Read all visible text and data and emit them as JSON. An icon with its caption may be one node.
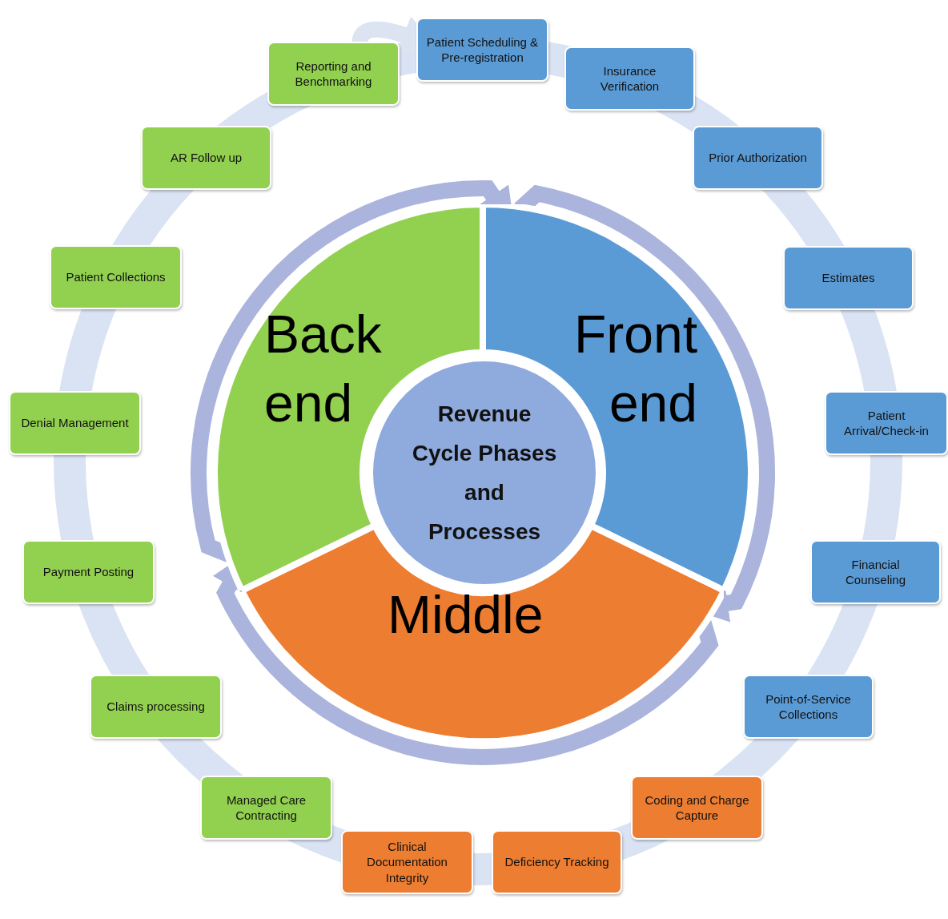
{
  "diagram": {
    "nodes": [
      {
        "text": [
          "Revenue Cycle Phases and Processes"
        ]
      },
      {
        "text": [
          "Back end"
        ]
      },
      {
        "text": [
          "Front end"
        ]
      },
      {
        "text": [
          "Middle"
        ]
      },
      {
        "text": [
          "Patient Scheduling & Pre-registration"
        ]
      },
      {
        "text": [
          "Insurance Verification"
        ]
      },
      {
        "text": [
          "Prior Authorization"
        ]
      },
      {
        "text": [
          "Estimates"
        ]
      },
      {
        "text": [
          "Patient Arrival/Check-in"
        ]
      },
      {
        "text": [
          "Financial Counseling"
        ]
      },
      {
        "text": [
          "Point-of-Service Collections"
        ]
      },
      {
        "text": [
          "Coding and Charge Capture"
        ]
      },
      {
        "text": [
          "Deficiency Tracking"
        ]
      },
      {
        "text": [
          "Clinical Documentation Integrity"
        ]
      },
      {
        "text": [
          "Managed Care Contracting"
        ]
      },
      {
        "text": [
          "Claims processing"
        ]
      },
      {
        "text": [
          "Payment Posting"
        ]
      },
      {
        "text": [
          "Denial Management"
        ]
      },
      {
        "text": [
          "Patient Collections"
        ]
      },
      {
        "text": [
          "AR Follow up"
        ]
      },
      {
        "text": [
          "Reporting and Benchmarking"
        ]
      }
    ],
    "edges": [
      {
        "from": 1,
        "to": 2,
        "arrow": "to"
      },
      {
        "from": 2,
        "to": 3,
        "arrow": "to"
      },
      {
        "from": 3,
        "to": 1,
        "arrow": "to"
      },
      {
        "from": 20,
        "to": 4,
        "arrow": "to",
        "color": "#dce4f2"
      }
    ]
  }
}
